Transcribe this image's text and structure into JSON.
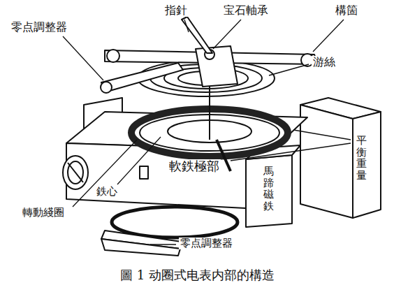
{
  "diagram": {
    "caption": "圖 1 动圈式电表内部的構造",
    "labels": [
      "指針",
      "宝石軸承",
      "構箇",
      "零点調整器",
      "游絲",
      "軟鉄極部",
      "馬蹄磁鉄",
      "平衡重量",
      "鉄心",
      "轉動綫圈",
      "零点調整器"
    ]
  }
}
